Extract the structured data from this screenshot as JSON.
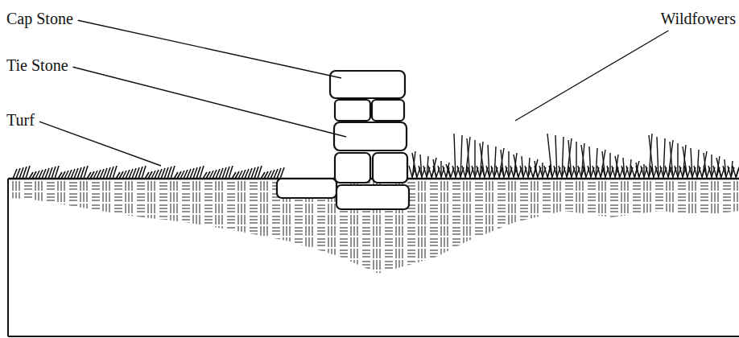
{
  "diagram": {
    "labels": [
      "Cap Stone",
      "Tie Stone",
      "Turf",
      "Wildfowers"
    ]
  }
}
